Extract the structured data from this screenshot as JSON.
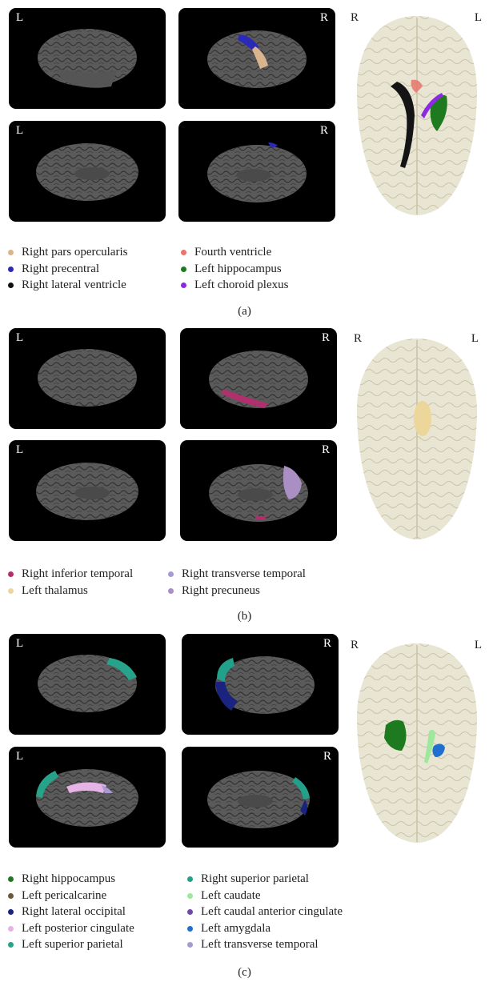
{
  "panels": [
    {
      "caption": "(a)",
      "tile_labels": [
        "L",
        "R",
        "L",
        "R"
      ],
      "glass_labels": {
        "left": "R",
        "right": "L"
      },
      "legend_left": [
        {
          "label": "Right pars opercularis",
          "color": "#d9b48f"
        },
        {
          "label": "Right precentral",
          "color": "#2b2ab8"
        },
        {
          "label": "Right lateral ventricle",
          "color": "#111111"
        }
      ],
      "legend_right": [
        {
          "label": "Fourth ventricle",
          "color": "#e8766c"
        },
        {
          "label": "Left hippocampus",
          "color": "#1e7a1e"
        },
        {
          "label": "Left choroid plexus",
          "color": "#8a2be2"
        }
      ]
    },
    {
      "caption": "(b)",
      "tile_labels": [
        "L",
        "R",
        "L",
        "R"
      ],
      "glass_labels": {
        "left": "R",
        "right": "L"
      },
      "legend_left": [
        {
          "label": "Right inferior temporal",
          "color": "#b0306e"
        },
        {
          "label": "Left thalamus",
          "color": "#ecd69a"
        }
      ],
      "legend_right": [
        {
          "label": "Right transverse temporal",
          "color": "#a89ad0"
        },
        {
          "label": "Right precuneus",
          "color": "#a98fc4"
        }
      ]
    },
    {
      "caption": "(c)",
      "tile_labels": [
        "L",
        "R",
        "L",
        "R"
      ],
      "glass_labels": {
        "left": "R",
        "right": "L"
      },
      "legend_left": [
        {
          "label": "Right hippocampus",
          "color": "#1e7a1e"
        },
        {
          "label": "Left pericalcarine",
          "color": "#6b5a3a"
        },
        {
          "label": "Right lateral occipital",
          "color": "#1a237e"
        },
        {
          "label": "Left posterior cingulate",
          "color": "#e6b3e6"
        },
        {
          "label": "Left superior parietal",
          "color": "#26a38a"
        }
      ],
      "legend_right": [
        {
          "label": "Right superior parietal",
          "color": "#21a08a"
        },
        {
          "label": "Left caudate",
          "color": "#9ee89e"
        },
        {
          "label": "Left caudal anterior cingulate",
          "color": "#6e4aa8"
        },
        {
          "label": "Left amygdala",
          "color": "#1f6fd1"
        },
        {
          "label": "Left transverse temporal",
          "color": "#a89ad0"
        }
      ]
    }
  ]
}
